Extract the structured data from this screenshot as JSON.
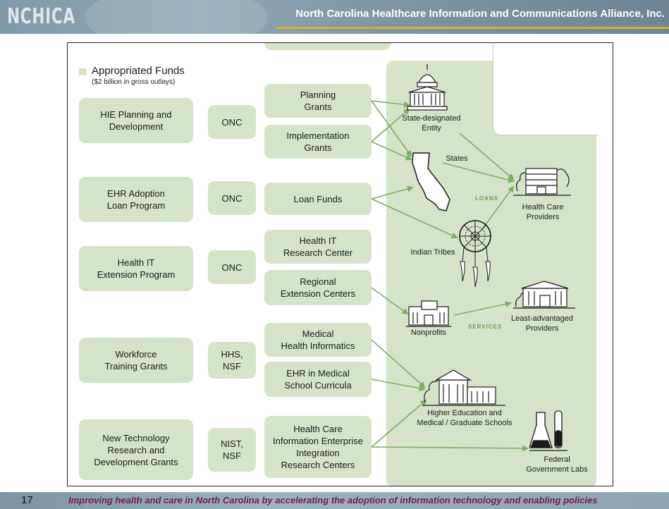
{
  "header": {
    "logo": "NCHICA",
    "org": "North Carolina Healthcare Information and Communications Alliance, Inc."
  },
  "legend": {
    "title": "Appropriated Funds",
    "subtitle": "($2 billion in gross outlays)"
  },
  "programs": [
    {
      "label": "HIE Planning and\nDevelopment"
    },
    {
      "label": "EHR Adoption\nLoan Program"
    },
    {
      "label": "Health IT\nExtension Program"
    },
    {
      "label": "Workforce\nTraining Grants"
    },
    {
      "label": "New Technology\nResearch and\nDevelopment Grants"
    }
  ],
  "agencies": [
    {
      "label": "ONC"
    },
    {
      "label": "ONC"
    },
    {
      "label": "ONC"
    },
    {
      "label": "HHS,\nNSF"
    },
    {
      "label": "NIST,\nNSF"
    }
  ],
  "funds": [
    {
      "label": "Planning\nGrants"
    },
    {
      "label": "Implementation\nGrants"
    },
    {
      "label": "Loan Funds"
    },
    {
      "label": "Health IT\nResearch Center"
    },
    {
      "label": "Regional\nExtension Centers"
    },
    {
      "label": "Medical\nHealth Informatics"
    },
    {
      "label": "EHR in Medical\nSchool Curricula"
    },
    {
      "label": "Health Care\nInformation Enterprise\nIntegration\nResearch Centers"
    }
  ],
  "recipients": {
    "state_entity": "State-designated\nEntity",
    "states": "States",
    "indian_tribes": "Indian Tribes",
    "providers": "Health Care\nProviders",
    "nonprofits": "Nonprofits",
    "least_advantaged": "Least-advantaged\nProviders",
    "higher_ed": "Higher Education and\nMedical / Graduate Schools",
    "federal_labs": "Federal\nGovernment Labs"
  },
  "flow_labels": {
    "loans": "LOANS",
    "services": "SERVICES"
  },
  "footer": {
    "page_number": "17",
    "tagline": "Improving health and care in North Carolina by accelerating the adoption of information technology and enabling policies"
  },
  "colors": {
    "box_fill": "#d6e3c8",
    "arrow": "#7bae63",
    "tagline": "#6b1f4f",
    "header_rule": "#e0b020"
  }
}
